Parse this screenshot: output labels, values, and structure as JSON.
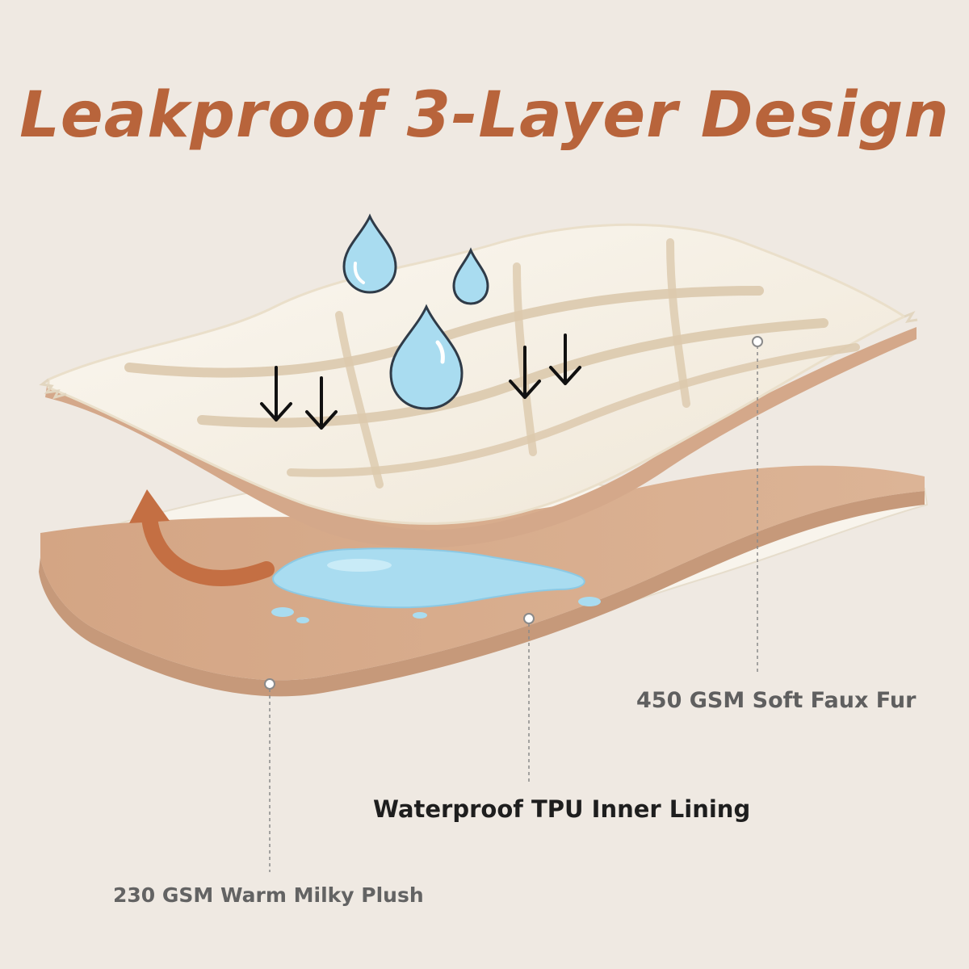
{
  "title": "Leakproof 3-Layer Design",
  "labels": {
    "top_layer": "450 GSM Soft Faux Fur",
    "middle_layer": "Waterproof TPU Inner Lining",
    "bottom_layer": "230 GSM Warm Milky Plush"
  },
  "icons": {
    "drops": "water-drop-icon",
    "arrows": "down-arrow-icon",
    "curve_arrow": "curved-arrow-icon",
    "puddle": "water-puddle-icon"
  },
  "colors": {
    "background": "#efe9e2",
    "title": "#b8643b",
    "fur": "#f7f3ea",
    "fur_shadow": "#dcc9ad",
    "lining": "#d8ad8d",
    "lining_edge": "#c6997a",
    "water": "#a9dcf0",
    "arrow_orange": "#c46f43"
  }
}
